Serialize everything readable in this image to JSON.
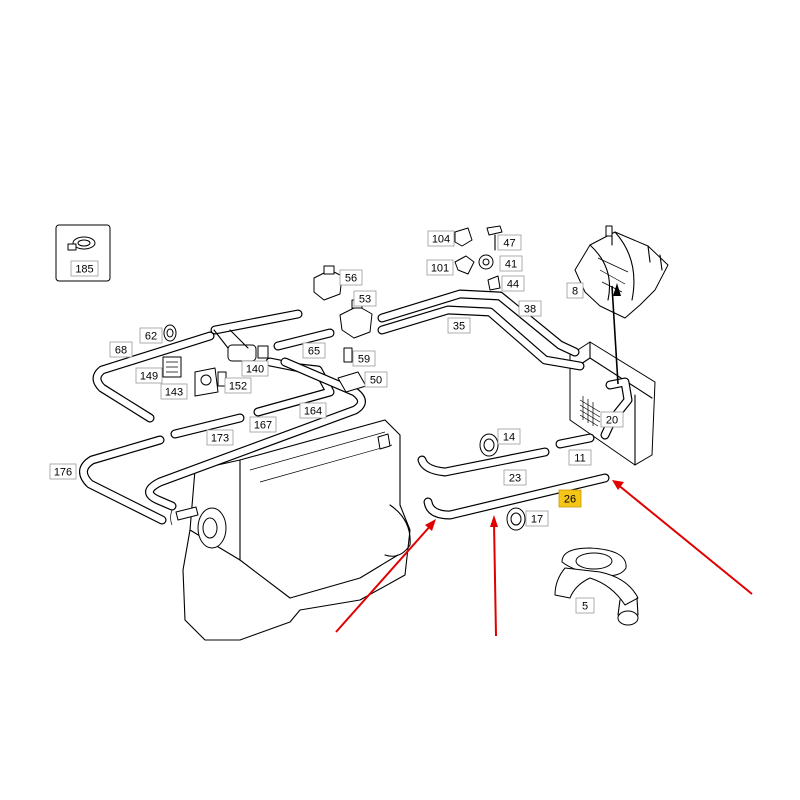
{
  "colors": {
    "label_highlight": "#f5c518",
    "arrow": "#e00000",
    "line": "#000000"
  },
  "callouts": {
    "p185": "185",
    "p104": "104",
    "p47": "47",
    "p101": "101",
    "p41": "41",
    "p44": "44",
    "p56": "56",
    "p53": "53",
    "p38": "38",
    "p8": "8",
    "p35": "35",
    "p62": "62",
    "p68": "68",
    "p65": "65",
    "p59": "59",
    "p149": "149",
    "p140": "140",
    "p50": "50",
    "p143": "143",
    "p152": "152",
    "p164": "164",
    "p167": "167",
    "p173": "173",
    "p20": "20",
    "p14": "14",
    "p11": "11",
    "p176": "176",
    "p23": "23",
    "p26": "26",
    "p17": "17",
    "p5": "5"
  },
  "highlighted_part": "26",
  "arrows": {
    "count": 3,
    "target": "26"
  },
  "icons": [
    "hose-clamp-icon",
    "bracket-icon",
    "heater-core-icon",
    "valve-icon",
    "engine-block-icon",
    "flange-icon"
  ]
}
